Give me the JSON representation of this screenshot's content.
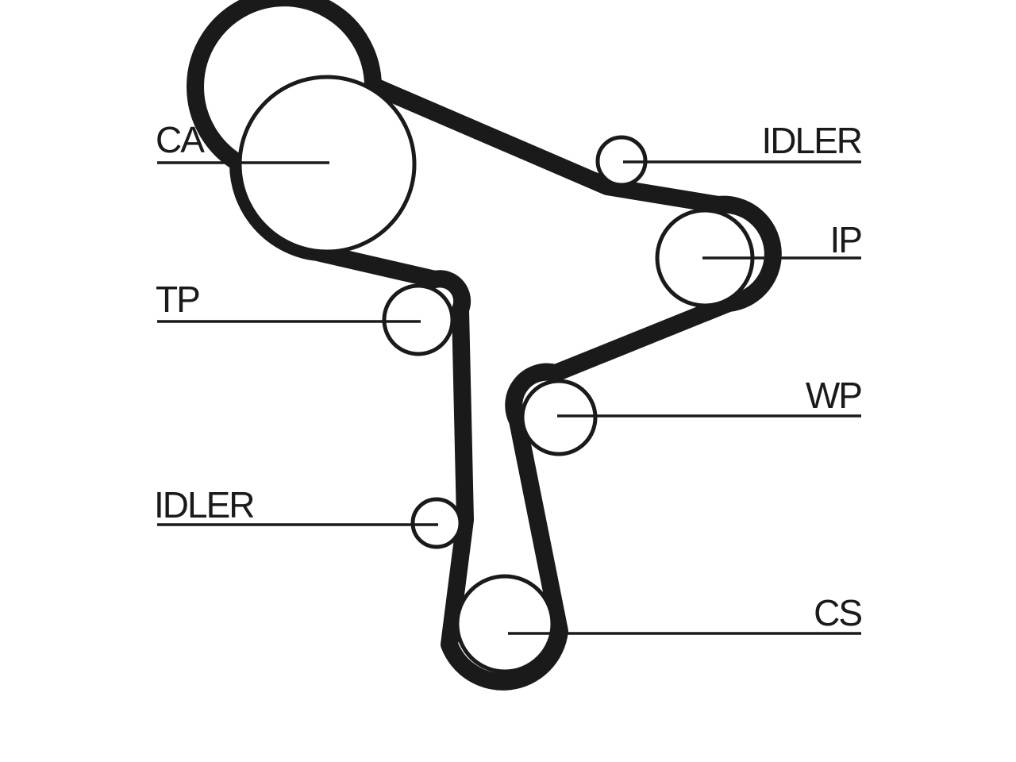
{
  "labels": {
    "ca": "CA",
    "idler_top": "IDLER",
    "ip": "IP",
    "tp": "TP",
    "wp": "WP",
    "idler_bottom": "IDLER",
    "cs": "CS"
  },
  "colors": {
    "ink": "#1a1a1a",
    "background": "#ffffff"
  }
}
